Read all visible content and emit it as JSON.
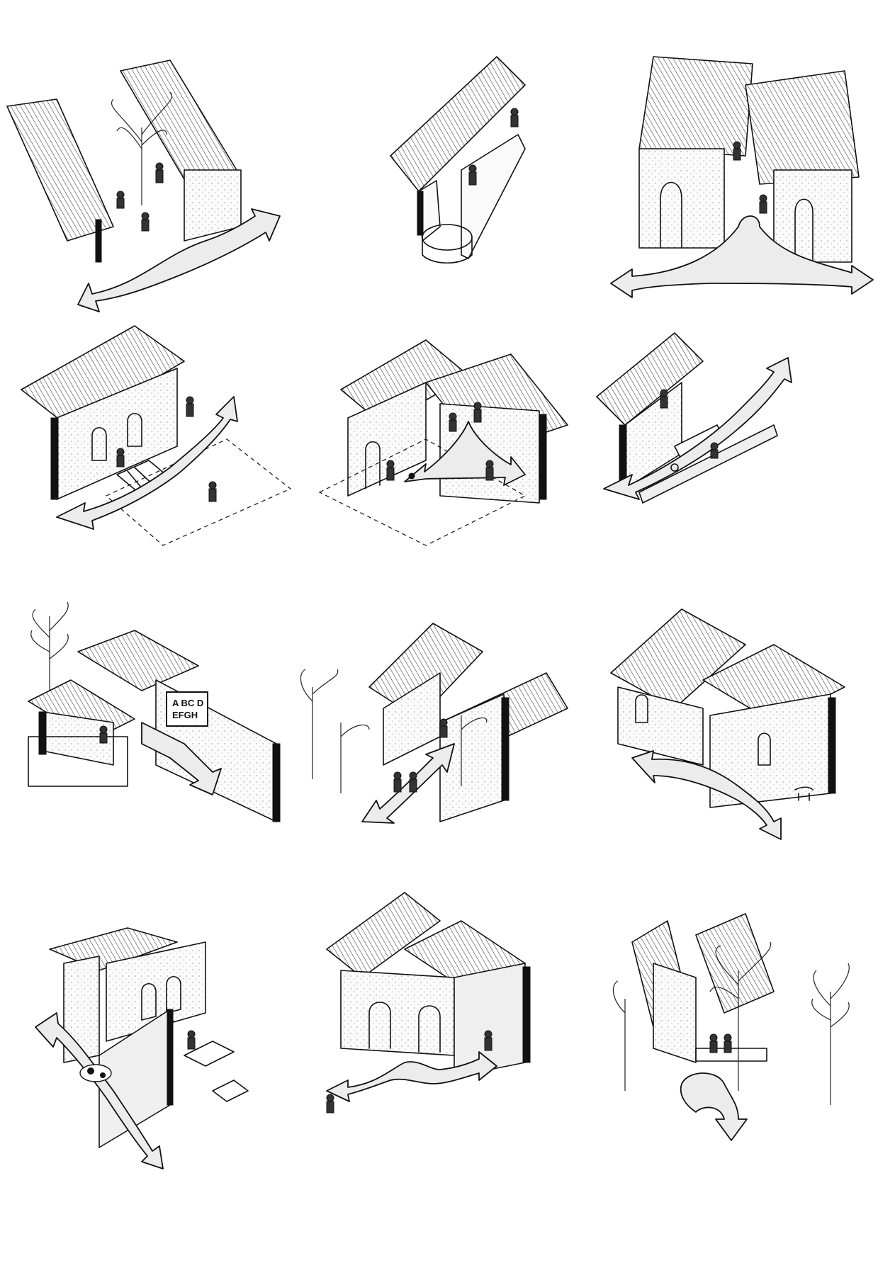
{
  "figure": {
    "layout": {
      "rows": 4,
      "columns": 3
    },
    "panels": [
      {
        "id": "courtyard-banana-tree",
        "elements": [
          "two-roofs",
          "banana-tree",
          "children",
          "flow-arrow"
        ]
      },
      {
        "id": "well-and-ramp",
        "elements": [
          "roof",
          "well",
          "ramp-wall",
          "children"
        ]
      },
      {
        "id": "twin-arched-houses",
        "elements": [
          "two-roofs",
          "arched-doors",
          "children",
          "flow-arrow"
        ]
      },
      {
        "id": "hopscotch-yard",
        "elements": [
          "roof",
          "hopscotch-grid",
          "children",
          "flow-arrow"
        ]
      },
      {
        "id": "play-yard",
        "elements": [
          "two-roofs",
          "arched-door",
          "children",
          "balls",
          "flow-arrow"
        ]
      },
      {
        "id": "chicken-path",
        "elements": [
          "roof",
          "low-wall",
          "chickens",
          "children",
          "flow-arrow"
        ]
      },
      {
        "id": "classroom-board",
        "elements": [
          "two-roofs",
          "chalkboard",
          "shelves",
          "tree",
          "flow-arrow"
        ]
      },
      {
        "id": "banana-grove-passage",
        "elements": [
          "two-roofs",
          "banana-trees",
          "children",
          "flow-arrow"
        ]
      },
      {
        "id": "window-dog",
        "elements": [
          "two-roofs",
          "windows",
          "dog",
          "flow-arrow"
        ]
      },
      {
        "id": "cow-and-tables",
        "elements": [
          "two-roofs",
          "shelf-niches",
          "tables",
          "cow",
          "flow-arrow"
        ]
      },
      {
        "id": "arched-gateway",
        "elements": [
          "two-roofs",
          "arched-openings",
          "children",
          "flow-arrow"
        ]
      },
      {
        "id": "bench-trees",
        "elements": [
          "two-roofs",
          "bench",
          "banana-tree",
          "tree",
          "flow-arrow"
        ]
      }
    ],
    "board_text": {
      "line1": "A BC D",
      "line2": "EFGH"
    }
  }
}
